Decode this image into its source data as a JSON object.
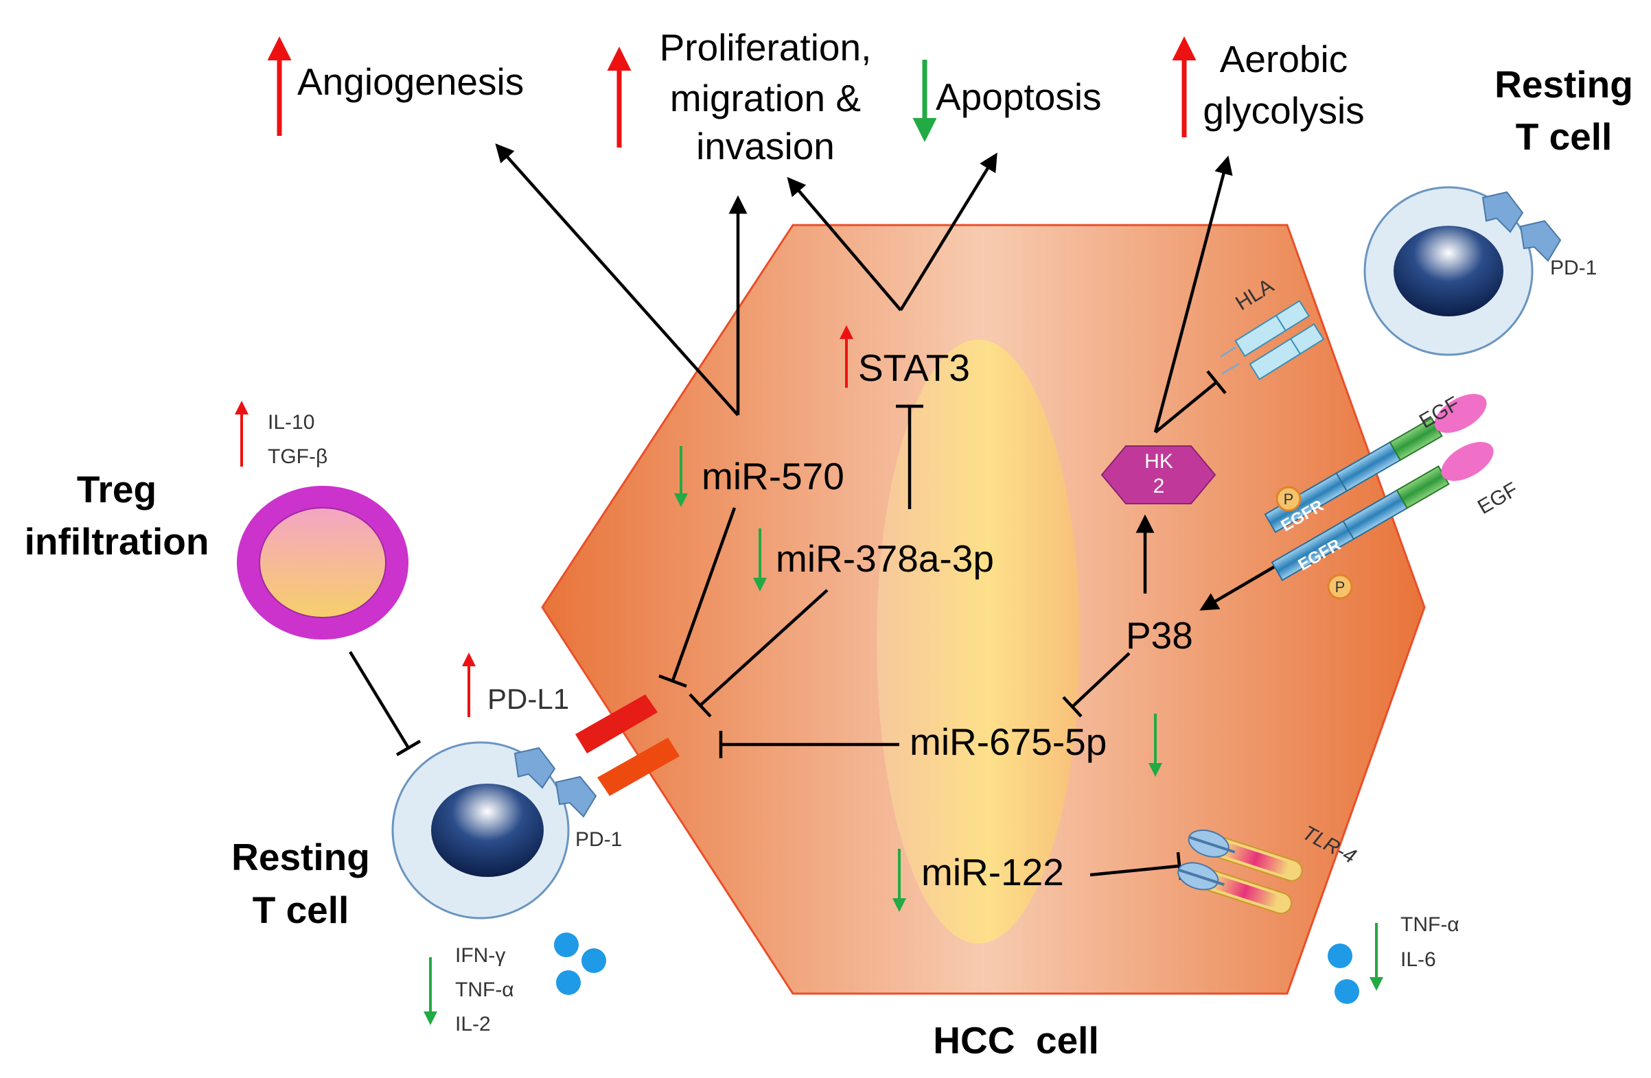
{
  "outcomes": {
    "angiogenesis": "Angiogenesis",
    "proliferation_1": "Proliferation,",
    "proliferation_2": "migration &",
    "proliferation_3": "invasion",
    "apoptosis": "Apoptosis",
    "glycolysis_1": "Aerobic",
    "glycolysis_2": "glycolysis"
  },
  "nodes": {
    "stat3": "STAT3",
    "mir570": "miR-570",
    "mir378": "miR-378a-3p",
    "hk2_1": "HK",
    "hk2_2": "2",
    "p38": "P38",
    "mir675": "miR-675-5p",
    "mir122": "miR-122",
    "pdl1": "PD-L1"
  },
  "receptors": {
    "hla": "HLA",
    "egf_top": "EGF",
    "egf_bottom": "EGF",
    "egfr_1": "EGFR",
    "egfr_2": "EGFR",
    "phospho": "P",
    "tlr4": "TLR-4",
    "pd1": "PD-1"
  },
  "cells": {
    "hcc": "HCC  cell",
    "resting_top_1": "Resting",
    "resting_top_2": "T cell",
    "resting_bottom_1": "Resting",
    "resting_bottom_2": "T cell",
    "treg_1": "Treg",
    "treg_2": "infiltration"
  },
  "cytokines": {
    "treg": [
      "IL-10",
      "TGF-β"
    ],
    "tcell": [
      "IFN-γ",
      "TNF-α",
      "IL-2"
    ],
    "tlr": [
      "TNF-α",
      "IL-6"
    ]
  },
  "colors": {
    "up": "#ee1111",
    "down": "#22aa44",
    "hexagon_edge": "#e8743a",
    "hexagon_center": "#f7c9ac",
    "nucleus": "#fcd27a",
    "hk2": "#c0399a",
    "treg_ring": "#cc33cc"
  }
}
